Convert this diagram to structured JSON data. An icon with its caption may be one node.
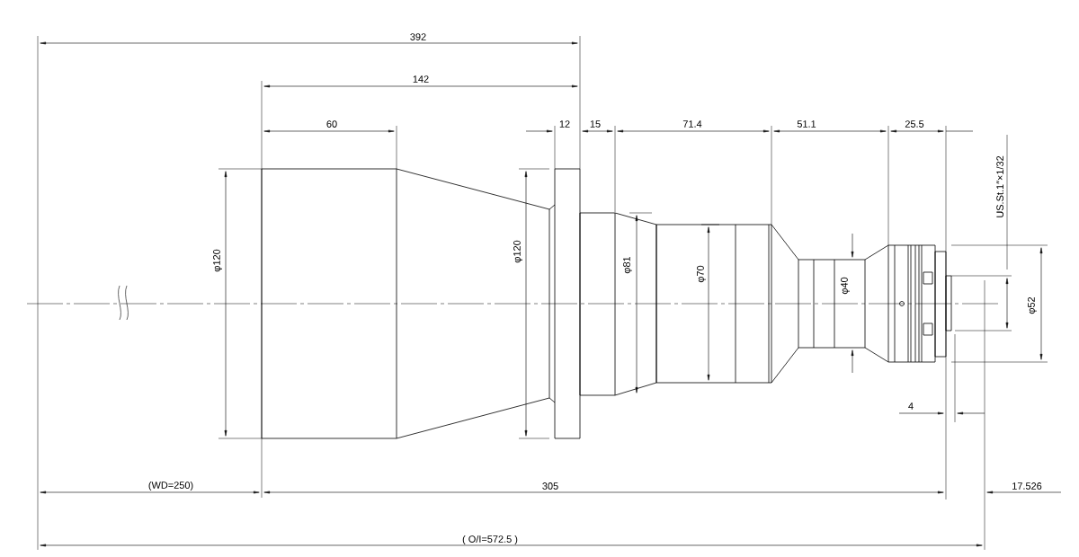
{
  "diagram": {
    "labels": [
      "392",
      "142",
      "60",
      "12",
      "15",
      "71.4",
      "51.1",
      "25.5",
      "US.St.1″×1/32",
      "φ120",
      "φ120",
      "φ81",
      "φ70",
      "φ40",
      "φ52",
      "4",
      "(WD=250)",
      "305",
      "17.526",
      "( O/I=572.5 )"
    ]
  }
}
